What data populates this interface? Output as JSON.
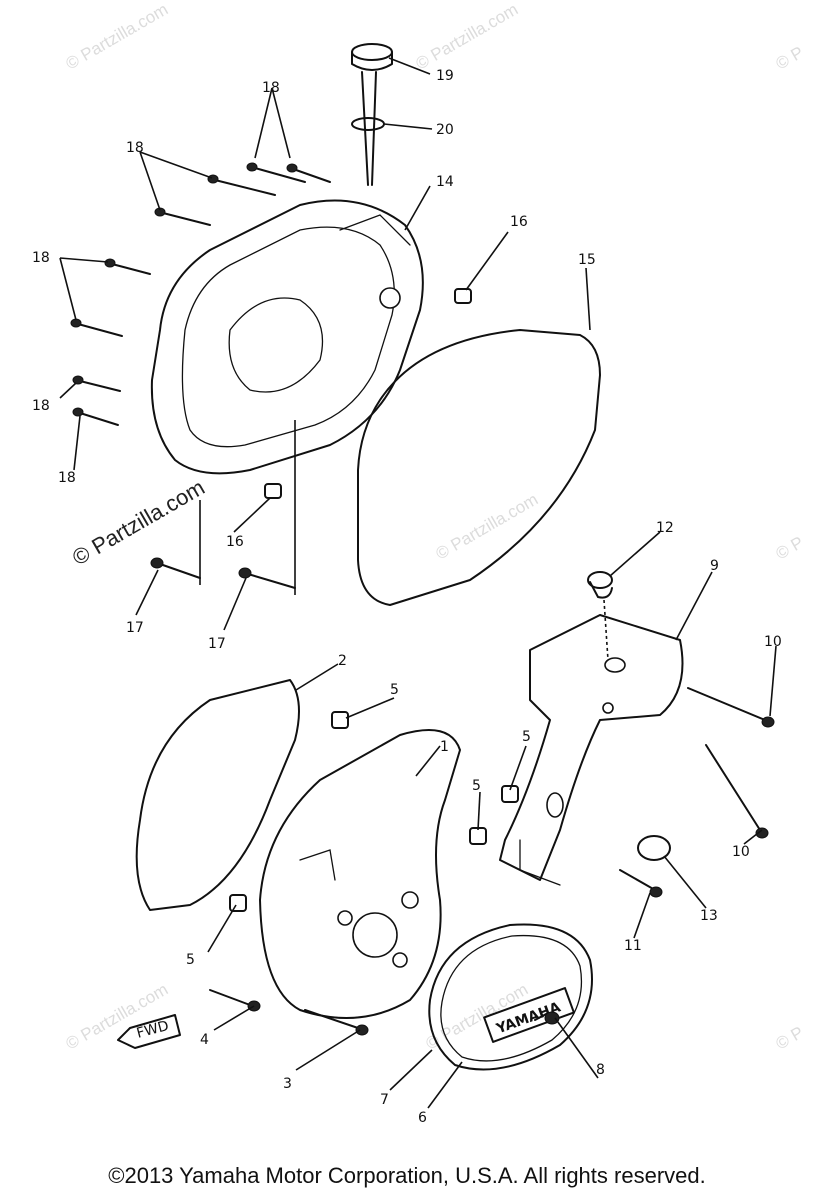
{
  "watermark": {
    "text": "© Partzilla.com",
    "short": "© P",
    "diagonal": "Partzilla.com"
  },
  "callouts": {
    "c1": "1",
    "c2": "2",
    "c3": "3",
    "c4": "4",
    "c5a": "5",
    "c5b": "5",
    "c5c": "5",
    "c5d": "5",
    "c6": "6",
    "c7": "7",
    "c8": "8",
    "c9": "9",
    "c10a": "10",
    "c10b": "10",
    "c11": "11",
    "c12": "12",
    "c13": "13",
    "c14": "14",
    "c15": "15",
    "c16a": "16",
    "c16b": "16",
    "c17a": "17",
    "c17b": "17",
    "c18a": "18",
    "c18b": "18",
    "c18c": "18",
    "c18d": "18",
    "c18e": "18",
    "c19": "19",
    "c20": "20"
  },
  "part_labels": {
    "fwd": "FWD",
    "brand": "YAMAHA"
  },
  "footer": {
    "copyright": "©2013  Yamaha Motor Corporation, U.S.A. All rights reserved."
  }
}
